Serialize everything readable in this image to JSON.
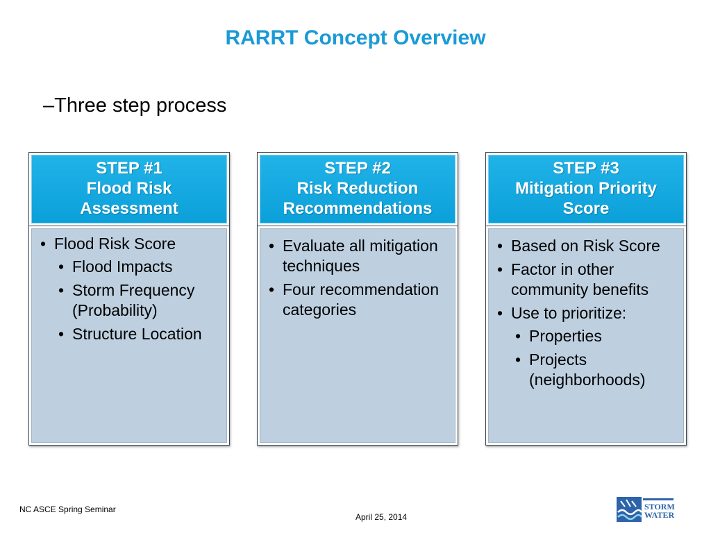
{
  "slide": {
    "title": "RARRT Concept Overview",
    "subtitle": "Three step process",
    "subtitle_dash": "–"
  },
  "steps": [
    {
      "head": [
        "STEP #1",
        "Flood Risk",
        "Assessment"
      ],
      "bullets": [
        {
          "text": "Flood Risk Score",
          "sub": [
            "Flood Impacts",
            "Storm Frequency (Probability)",
            "Structure Location"
          ]
        }
      ]
    },
    {
      "head": [
        "STEP #2",
        "Risk Reduction",
        "Recommendations"
      ],
      "bullets": [
        {
          "text": "Evaluate all mitigation techniques",
          "sub": []
        },
        {
          "text": "Four recommendation categories",
          "sub": []
        }
      ]
    },
    {
      "head": [
        "STEP #3",
        "Mitigation Priority",
        "Score"
      ],
      "bullets": [
        {
          "text": "Based on Risk Score",
          "sub": []
        },
        {
          "text": "Factor in other community benefits",
          "sub": []
        },
        {
          "text": "Use to prioritize:",
          "sub": [
            "Properties",
            "Projects (neighborhoods)"
          ]
        }
      ]
    }
  ],
  "footer": {
    "left": "NC ASCE Spring Seminar",
    "date": "April 25, 2014"
  },
  "logo": {
    "line1": "STORM",
    "line2": "WATER",
    "icon": "storm-water-logo"
  },
  "colors": {
    "title": "#1a9ad6",
    "header": "#0ea6df",
    "body": "#bed0e0"
  }
}
